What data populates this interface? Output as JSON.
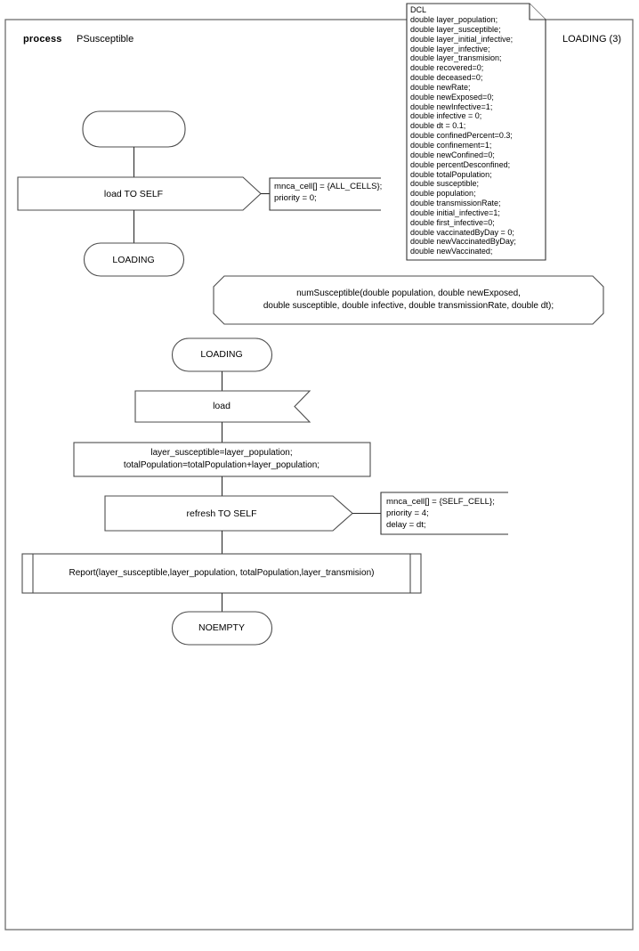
{
  "diagram": {
    "type": "sdl-process-diagram",
    "header": {
      "keyword": "process",
      "name": "PSusceptible",
      "state_ref": "LOADING (3)"
    },
    "declaration_block": {
      "title": "DCL",
      "lines": [
        "double layer_population;",
        "double layer_susceptible;",
        "double layer_initial_infective;",
        "double layer_infective;",
        "double layer_transmision;",
        "double recovered=0;",
        "double deceased=0;",
        "double newRate;",
        "double newExposed=0;",
        "double newInfective=1;",
        "double infective = 0;",
        "double dt = 0.1;",
        "double confinedPercent=0.3;",
        "double confinement=1;",
        "double newConfined=0;",
        "double percentDesconfined;",
        "double totalPopulation;",
        "double susceptible;",
        "double population;",
        "double transmissionRate;",
        "double initial_infective=1;",
        "double first_infective=0;",
        "double vaccinatedByDay = 0;",
        "double newVaccinatedByDay;",
        "double newVaccinated;"
      ]
    },
    "procedure_signature": {
      "line1": "numSusceptible(double population, double newExposed,",
      "line2": "double susceptible, double infective, double transmissionRate, double dt);"
    },
    "flow_first": {
      "start_label": "",
      "output_label": "load TO SELF",
      "output_comment": [
        "mnca_cell[] = {ALL_CELLS};",
        "priority = 0;"
      ],
      "state_label": "LOADING"
    },
    "flow_second": {
      "state_label": "LOADING",
      "input_label": "load",
      "task_line1": "layer_susceptible=layer_population;",
      "task_line2": "totalPopulation=totalPopulation+layer_population;",
      "output_label": "refresh TO SELF",
      "output_comment": [
        "mnca_cell[] = {SELF_CELL};",
        "priority = 4;",
        "delay = dt;"
      ],
      "call_label": "Report(layer_susceptible,layer_population, totalPopulation,layer_transmision)",
      "final_state_label": "NOEMPTY"
    },
    "colors": {
      "background": "#ffffff",
      "stroke": "#4d4d4d",
      "connector": "#2b2b2b",
      "frame": "#6e6e6e",
      "text": "#000000"
    }
  }
}
